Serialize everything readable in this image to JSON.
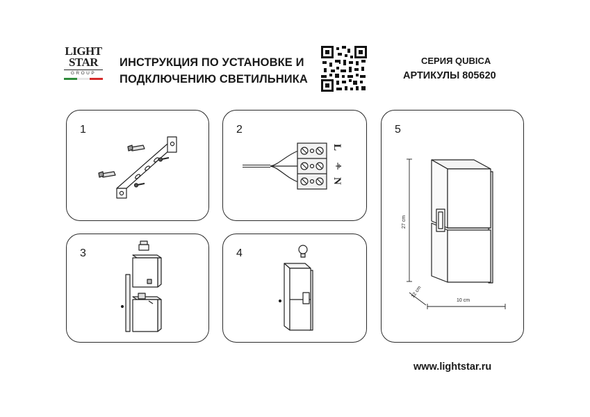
{
  "header": {
    "logo": {
      "line1": "LIGHT",
      "line2": "STAR",
      "line3": "GROUP",
      "flag_colors": [
        "#2e8b3a",
        "#ffffff",
        "#d62b2b"
      ]
    },
    "title_line1": "ИНСТРУКЦИЯ ПО УСТАНОВКЕ И",
    "title_line2": "ПОДКЛЮЧЕНИЮ СВЕТИЛЬНИКА",
    "series": "СЕРИЯ QUBICA",
    "articles": "АРТИКУЛЫ 805620",
    "qr_icon": "qr-code-icon"
  },
  "steps": [
    {
      "number": "1",
      "icon": "mounting-bracket-icon"
    },
    {
      "number": "2",
      "icon": "terminal-block-icon",
      "terminal_labels": [
        "L",
        "N"
      ],
      "ground_icon": "ground-icon"
    },
    {
      "number": "3",
      "icon": "fixture-mount-icon"
    },
    {
      "number": "4",
      "icon": "bulb-insert-icon"
    },
    {
      "number": "5",
      "icon": "dimensions-icon"
    }
  ],
  "dimensions": {
    "height": "27 cm",
    "depth": "12 cm",
    "width": "10 cm"
  },
  "footer": {
    "url": "www.lightstar.ru"
  }
}
